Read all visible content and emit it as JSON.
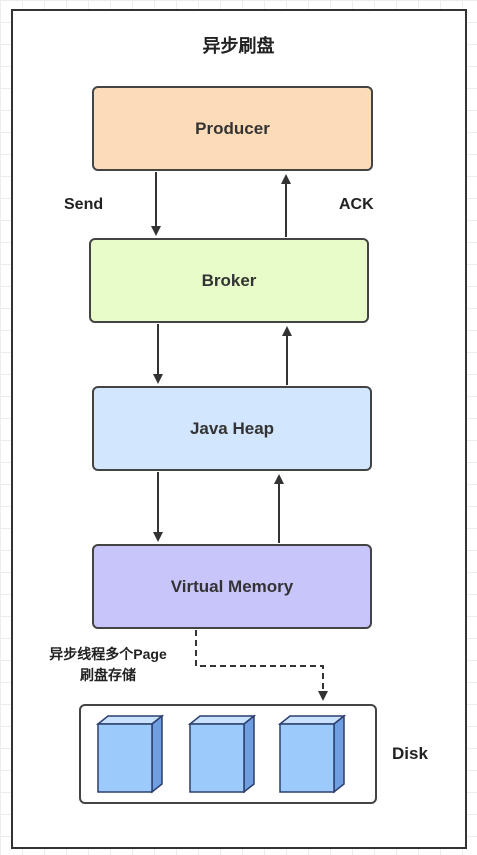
{
  "title": "异步刷盘",
  "nodes": {
    "producer": "Producer",
    "broker": "Broker",
    "java_heap": "Java Heap",
    "virtual_memory": "Virtual Memory"
  },
  "edge_labels": {
    "send": "Send",
    "ack": "ACK"
  },
  "async_note": {
    "line1": "异步线程多个Page",
    "line2": "刷盘存储"
  },
  "disk_label": "Disk",
  "colors": {
    "producer": "#fcdcb8",
    "broker": "#e7fcc8",
    "java_heap": "#d2e6fd",
    "virtual_memory": "#c8c5fa",
    "disk_block": "#9ccbfb"
  }
}
